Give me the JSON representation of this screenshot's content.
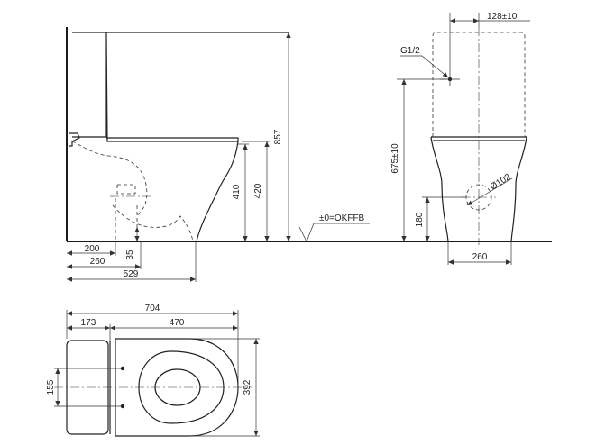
{
  "side_view": {
    "dimensions": {
      "total_height": "857",
      "seat_height": "420",
      "rim_height": "410",
      "outlet_height": "35",
      "wall_to_outlet": "200",
      "wall_to_tank_front": "260",
      "total_depth": "529"
    },
    "floor_label": "±0=OKFFB"
  },
  "front_view": {
    "dimensions": {
      "inlet_offset": "128±10",
      "inlet_size": "G1/2",
      "inlet_height": "675±10",
      "pipe_diameter": "Ø102",
      "pipe_height": "180",
      "base_width": "260"
    }
  },
  "top_view": {
    "dimensions": {
      "total_length": "704",
      "tank_depth": "173",
      "bowl_length": "470",
      "fixing_spacing": "155",
      "width": "392"
    }
  }
}
